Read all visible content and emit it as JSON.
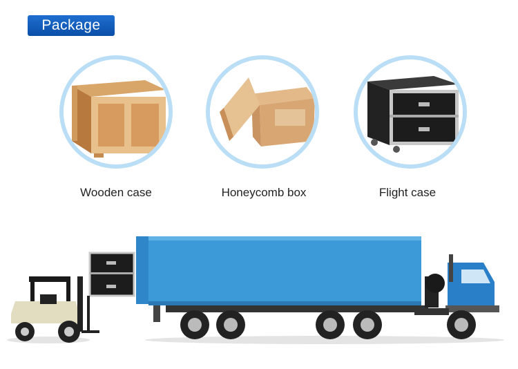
{
  "header": {
    "title": "Package"
  },
  "packages": [
    {
      "label": "Wooden case",
      "icon": "wooden-crate-icon"
    },
    {
      "label": "Honeycomb box",
      "icon": "honeycomb-box-icon"
    },
    {
      "label": "Flight case",
      "icon": "flight-case-icon"
    }
  ],
  "colors": {
    "badge": "#0b4ea8",
    "circle_ring": "#b9def5",
    "truck_blue": "#3d9ad8",
    "cab_blue": "#2a80c8"
  }
}
